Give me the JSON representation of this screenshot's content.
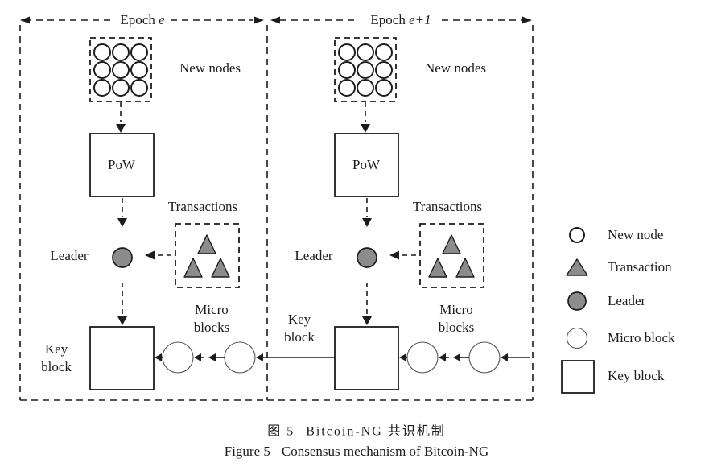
{
  "diagram": {
    "epochs": [
      {
        "label_prefix": "Epoch",
        "label_var": "e",
        "new_nodes_label": "New nodes",
        "pow_label": "PoW",
        "transactions_label": "Transactions",
        "leader_label": "Leader",
        "micro_blocks_label": "Micro blocks",
        "key_block_label": "Key block"
      },
      {
        "label_prefix": "Epoch",
        "label_var": "e+1",
        "new_nodes_label": "New nodes",
        "pow_label": "PoW",
        "transactions_label": "Transactions",
        "leader_label": "Leader",
        "micro_blocks_label": "Micro blocks",
        "key_block_label": "Key block"
      }
    ],
    "legend": {
      "items": [
        {
          "icon": "new-node-icon",
          "label": "New node"
        },
        {
          "icon": "transaction-icon",
          "label": "Transaction"
        },
        {
          "icon": "leader-icon",
          "label": "Leader"
        },
        {
          "icon": "micro-block-icon",
          "label": "Micro block"
        },
        {
          "icon": "key-block-icon",
          "label": "Key block"
        }
      ]
    },
    "colors": {
      "line_black": "#1c1c1c",
      "shape_fill_gray": "#8c8c8c",
      "background": "#ffffff"
    }
  },
  "caption": {
    "zh_prefix": "图 5",
    "zh_text": "Bitcoin-NG 共识机制",
    "en_prefix": "Figure 5",
    "en_text": "Consensus mechanism of Bitcoin-NG"
  }
}
